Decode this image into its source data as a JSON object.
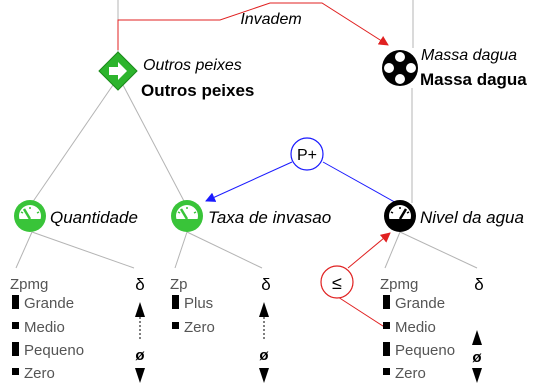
{
  "edges": {
    "invadem_label": "Invadem"
  },
  "nodes": {
    "outros_peixes": {
      "label_italic": "Outros peixes",
      "label_bold": "Outros peixes",
      "color": "#2db42d"
    },
    "massa_dagua": {
      "label_italic": "Massa dagua",
      "label_bold": "Massa dagua",
      "color": "#000000"
    },
    "quantidade": {
      "label": "Quantidade",
      "color": "#39c439"
    },
    "taxa_invasao": {
      "label": "Taxa de invasao",
      "color": "#39c439"
    },
    "nivel_agua": {
      "label": "Nivel da agua",
      "color": "#000000"
    },
    "p_plus": {
      "label": "P+",
      "color": "#1a1aff"
    },
    "leq": {
      "label": "≤",
      "color": "#e02020"
    }
  },
  "quantity_spaces": {
    "quantidade": {
      "name": "Zpmg",
      "values": [
        "Grande",
        "Medio",
        "Pequeno",
        "Zero"
      ],
      "delta": "δ",
      "derivative": "ø"
    },
    "taxa_invasao": {
      "name": "Zp",
      "values": [
        "Plus",
        "Zero"
      ],
      "delta": "δ",
      "derivative": "ø"
    },
    "nivel_agua": {
      "name": "Zpmg",
      "values": [
        "Grande",
        "Medio",
        "Pequeno",
        "Zero"
      ],
      "delta": "δ",
      "derivative": "ø"
    }
  },
  "colors": {
    "edge_gray": "#b4b4b4",
    "edge_red": "#e02020",
    "edge_blue": "#1a1aff",
    "text_gray": "#555555"
  }
}
